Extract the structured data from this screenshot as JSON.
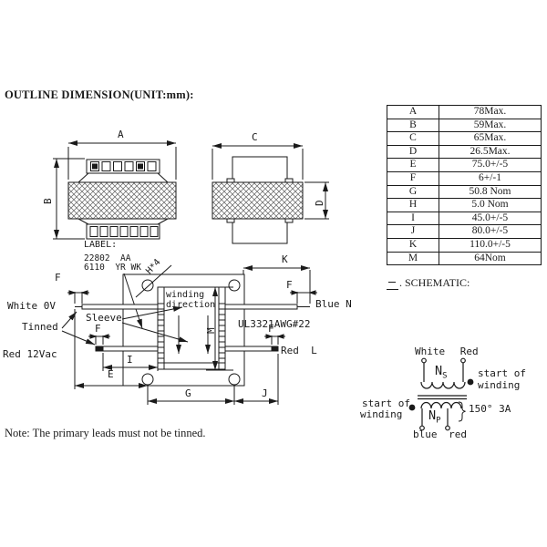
{
  "title": "OUTLINE DIMENSION(UNIT:mm):",
  "dimension_table": {
    "rows": [
      [
        "A",
        "78Max."
      ],
      [
        "B",
        "59Max."
      ],
      [
        "C",
        "65Max."
      ],
      [
        "D",
        "26.5Max."
      ],
      [
        "E",
        "75.0+/-5"
      ],
      [
        "F",
        "6+/-1"
      ],
      [
        "G",
        "50.8 Nom"
      ],
      [
        "H",
        "5.0 Nom"
      ],
      [
        "I",
        "45.0+/-5"
      ],
      [
        "J",
        "80.0+/-5"
      ],
      [
        "K",
        "110.0+/-5"
      ],
      [
        "M",
        "64Nom"
      ]
    ]
  },
  "front_view": {
    "dim_a": "A",
    "dim_b": "B",
    "label": "LABEL:"
  },
  "side_view": {
    "dim_c": "C",
    "dim_d": "D"
  },
  "bottom_view": {
    "stamp_line1": "22802  AA",
    "stamp_line2": "6110  YR WK",
    "hole_callout": "H*4",
    "winding_line1": "winding",
    "winding_line2": "direction",
    "lead_top_left": "White 0V",
    "lead_bottom_left": "Red 12Vac",
    "lead_top_right": "Blue N",
    "lead_bottom_right": "Red  L",
    "tinned_label": "Tinned",
    "sleeve_label": "Sleeve",
    "wire_spec": "UL3321AWG#22",
    "dim_e": "E",
    "dim_f": "F",
    "dim_g": "G",
    "dim_i": "I",
    "dim_j": "J",
    "dim_k": "K",
    "dim_m": "M"
  },
  "schematic": {
    "section_marker": "二",
    "heading": ". SCHEMATIC:",
    "secondary_leads": "White Red",
    "ns_main": "N",
    "ns_sub": "S",
    "np_main": "N",
    "np_sub": "P",
    "start_right_line1": "start of",
    "start_right_line2": "winding",
    "start_left_line1": "start of",
    "start_left_line2": "winding",
    "fuse_rating": "150° 3A",
    "primary_leads": "blue red"
  },
  "note": "Note: The primary leads must not be tinned."
}
